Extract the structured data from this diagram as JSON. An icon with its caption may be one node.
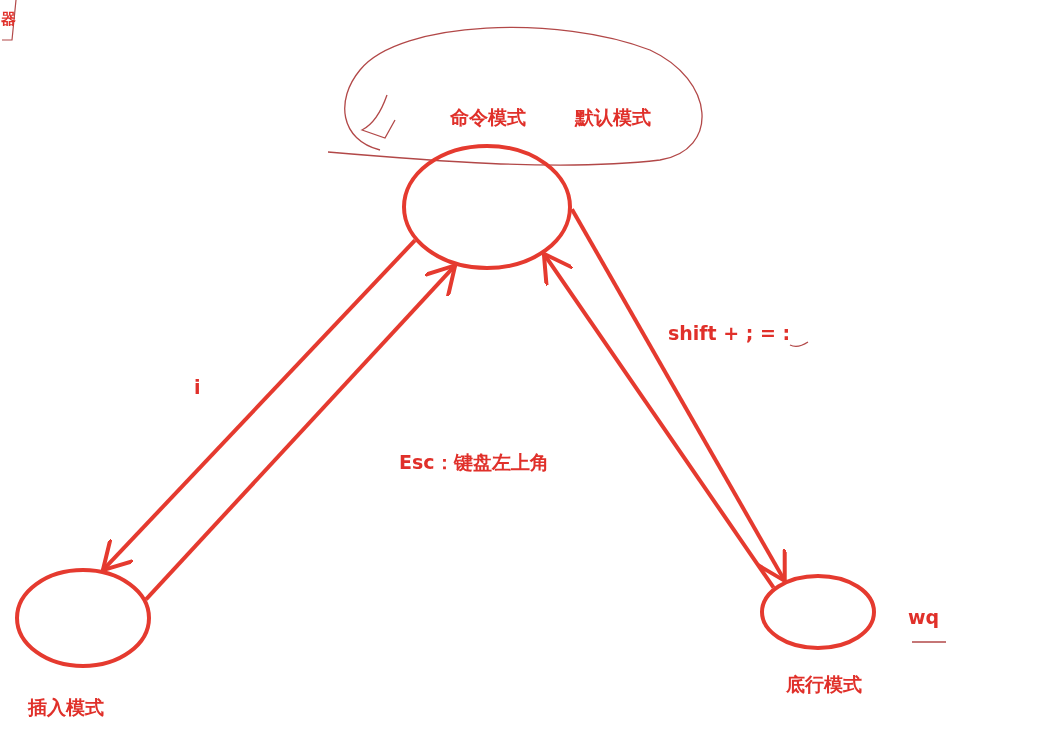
{
  "diagram": {
    "nodes": [
      {
        "text": [
          "命令模式"
        ],
        "beside": [
          "默认模式"
        ]
      },
      {
        "text": [
          "插入模式"
        ]
      },
      {
        "text": [
          "底行模式"
        ],
        "beside": [
          "wq"
        ]
      }
    ],
    "edges": [
      {
        "from": 0,
        "to": 1,
        "arrow": "to",
        "label": "i"
      },
      {
        "from": 1,
        "to": 0,
        "arrow": "to",
        "label": "Esc：键盘左上角"
      },
      {
        "from": 0,
        "to": 2,
        "arrow": "to",
        "label": "shift + ; = :"
      },
      {
        "from": 2,
        "to": 0,
        "arrow": "to"
      }
    ],
    "labels": [
      "器"
    ]
  }
}
